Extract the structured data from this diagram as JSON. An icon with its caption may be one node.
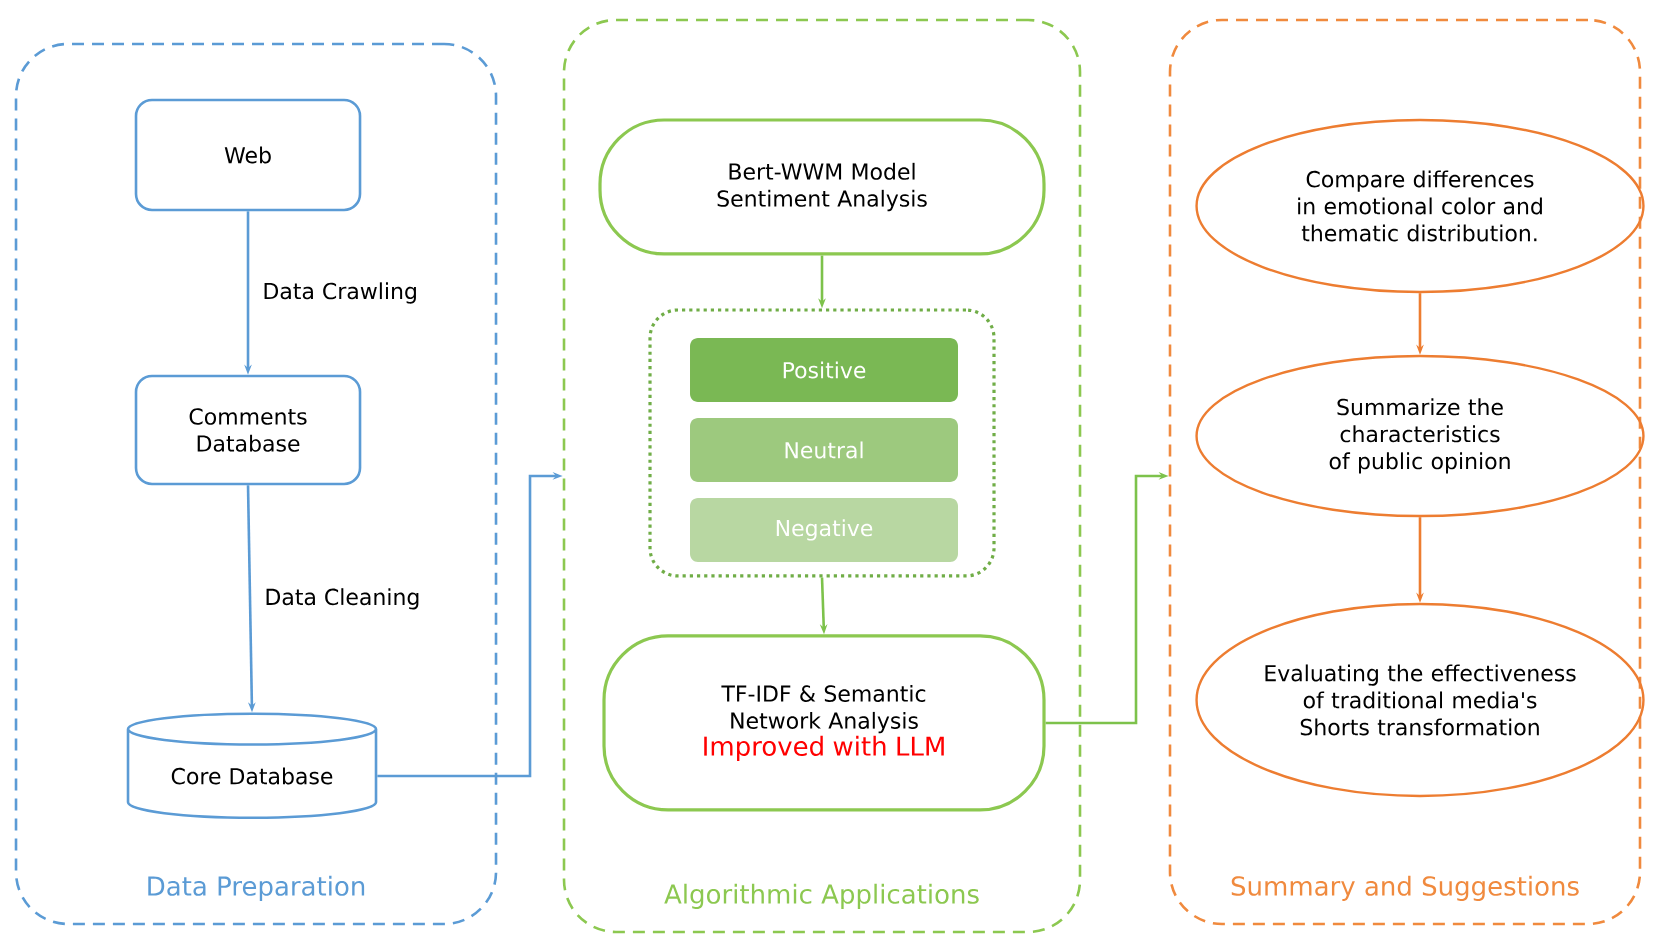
{
  "diagram": {
    "nodes": [
      {
        "text": [
          "Data Preparation"
        ]
      },
      {
        "text": [
          "Web"
        ],
        "in": 0
      },
      {
        "text": [
          "Comments Database"
        ],
        "in": 0
      },
      {
        "text": [
          "Core Database"
        ],
        "in": 0
      },
      {
        "text": [
          "Algorithmic Applications"
        ]
      },
      {
        "text": [
          "Bert-WWM Model Sentiment Analysis"
        ],
        "in": 4
      },
      {
        "text": [],
        "shape": "box",
        "in": 4
      },
      {
        "text": [
          "Positive"
        ],
        "in": 6
      },
      {
        "text": [
          "Neutral"
        ],
        "in": 6
      },
      {
        "text": [
          "Negative"
        ],
        "in": 6
      },
      {
        "text": [
          "TF-IDF & Semantic Network Analysis",
          "Improved with LLM"
        ],
        "in": 4
      },
      {
        "text": [
          "Summary and Suggestions"
        ]
      },
      {
        "text": [
          "Compare differences in emotional color and thematic distribution."
        ],
        "in": 11
      },
      {
        "text": [
          "Summarize the characteristics of public opinion"
        ],
        "in": 11
      },
      {
        "text": [
          "Evaluating the effectiveness of traditional media's Shorts transformation"
        ],
        "in": 11
      }
    ],
    "edges": [
      {
        "from": 1,
        "to": 2,
        "arrow": "to",
        "label": "Data Crawling",
        "color": "#5b9bd5"
      },
      {
        "from": 2,
        "to": 3,
        "arrow": "to",
        "label": "Data Cleaning",
        "color": "#5b9bd5"
      },
      {
        "from": 3,
        "to": 4,
        "arrow": "to",
        "color": "#5b9bd5"
      },
      {
        "from": 5,
        "to": 6,
        "arrow": "to",
        "color": "#7dc24b"
      },
      {
        "from": 6,
        "to": 10,
        "arrow": "to",
        "color": "#7dc24b"
      },
      {
        "from": 10,
        "to": 11,
        "arrow": "to",
        "color": "#7dc24b"
      },
      {
        "from": 12,
        "to": 13,
        "arrow": "to",
        "color": "#ed7d31"
      },
      {
        "from": 13,
        "to": 14,
        "arrow": "to",
        "color": "#ed7d31"
      }
    ]
  }
}
